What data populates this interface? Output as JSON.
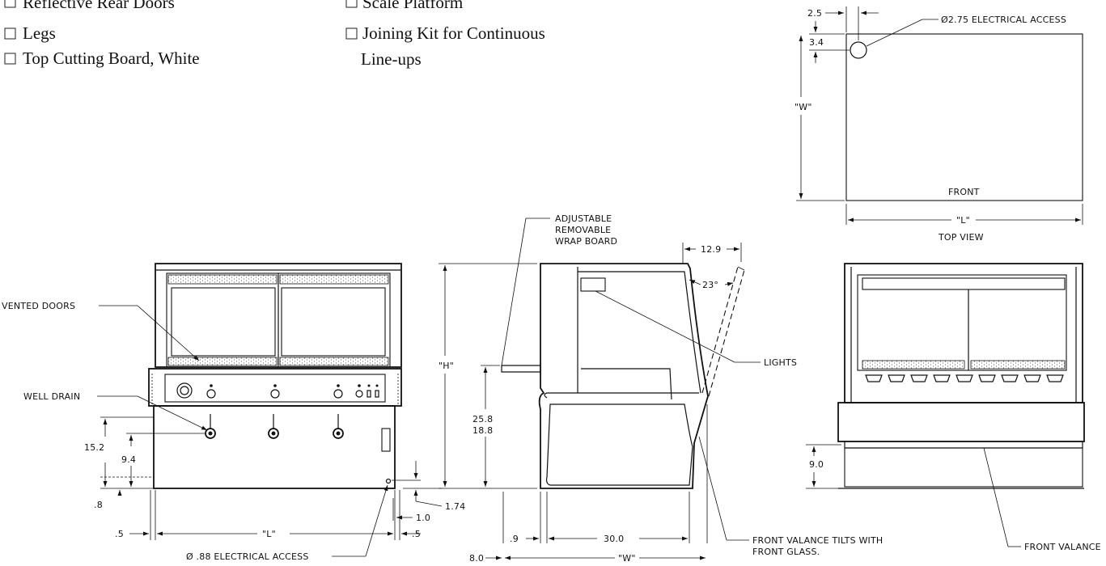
{
  "options": [
    {
      "id": "reflective-rear-doors",
      "label": "Reflective Rear Doors"
    },
    {
      "id": "legs",
      "label": "Legs"
    },
    {
      "id": "top-cutting-board",
      "label": "Top Cutting Board, White"
    },
    {
      "id": "scale-platform",
      "label": "Scale Platform"
    },
    {
      "id": "joining-kit",
      "label": "Joining Kit for Continuous",
      "label2": "Line-ups"
    }
  ],
  "top_view": {
    "dim_2_5": "2.5",
    "dim_3_4": "3.4",
    "dim_w": "\"W\"",
    "dim_l": "\"L\"",
    "front": "FRONT",
    "title": "TOP VIEW",
    "electrical_access": "Ø2.75 ELECTRICAL ACCESS"
  },
  "front_view": {
    "vented_doors": "VENTED DOORS",
    "well_drain": "WELL DRAIN",
    "dim_15_2": "15.2",
    "dim_9_4": "9.4",
    "dim_0_8": ".8",
    "dim_0_5_left": ".5",
    "dim_l": "\"L\"",
    "dim_0_5_right": ".5",
    "dim_1_0": "1.0",
    "dim_1_74": "1.74",
    "electrical_access": "Ø .88 ELECTRICAL ACCESS"
  },
  "side_view": {
    "wrap_board_1": "ADJUSTABLE",
    "wrap_board_2": "REMOVABLE",
    "wrap_board_3": "WRAP BOARD",
    "dim_12_9": "12.9",
    "dim_23": "23°",
    "dim_h": "\"H\"",
    "dim_25_8": "25.8",
    "dim_18_8": "18.8",
    "lights": "LIGHTS",
    "dim_0_9": ".9",
    "dim_30_0": "30.0",
    "dim_8_0": "8.0",
    "dim_w": "\"W\"",
    "front_valance_tilts_1": "FRONT VALANCE TILTS WITH",
    "front_valance_tilts_2": "FRONT GLASS."
  },
  "rear_view": {
    "dim_9_0": "9.0",
    "front_valance": "FRONT VALANCE"
  }
}
